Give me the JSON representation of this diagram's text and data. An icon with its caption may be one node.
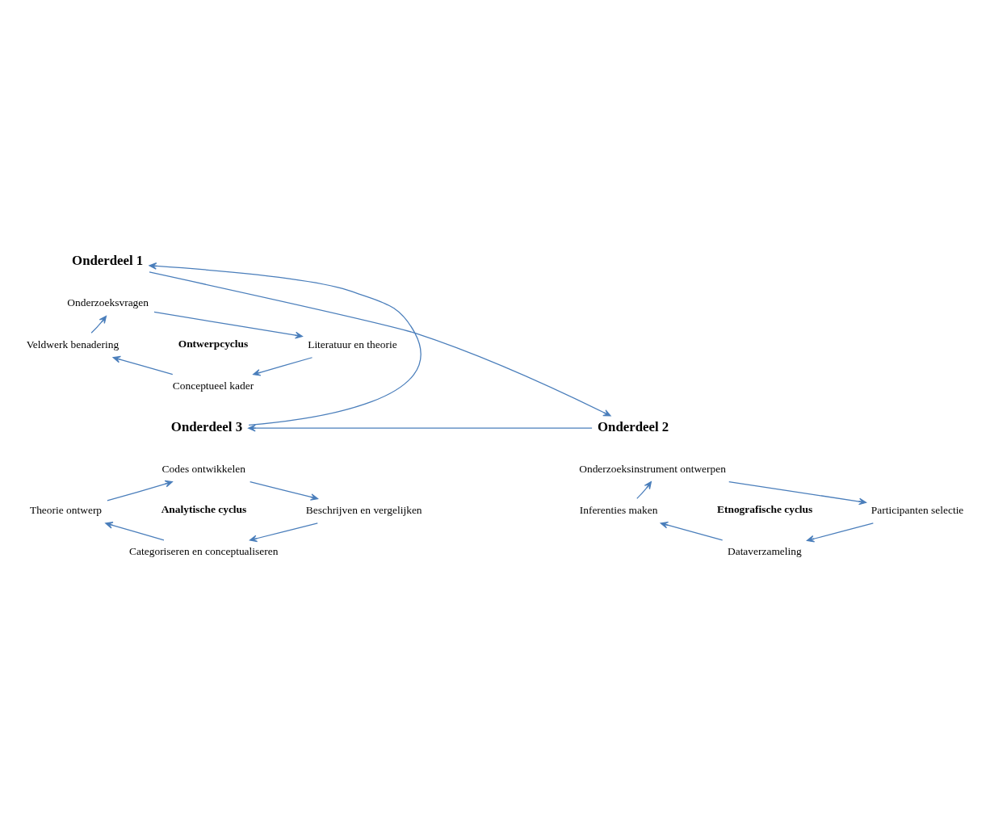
{
  "diagram": {
    "nodes": [
      {
        "text": [
          "Onderdeel 1"
        ]
      },
      {
        "text": [
          "Onderzoeksvragen"
        ]
      },
      {
        "text": [
          "Literatuur en theorie"
        ]
      },
      {
        "text": [
          "Conceptueel kader"
        ]
      },
      {
        "text": [
          "Veldwerk benadering"
        ]
      },
      {
        "text": [
          "Onderdeel 2"
        ]
      },
      {
        "text": [
          "Onderzoeksinstrument ontwerpen"
        ]
      },
      {
        "text": [
          "Participanten selectie"
        ]
      },
      {
        "text": [
          "Dataverzameling"
        ]
      },
      {
        "text": [
          "Inferenties maken"
        ]
      },
      {
        "text": [
          "Onderdeel 3"
        ]
      },
      {
        "text": [
          "Codes ontwikkelen"
        ]
      },
      {
        "text": [
          "Beschrijven en vergelijken"
        ]
      },
      {
        "text": [
          "Categoriseren en conceptualiseren"
        ]
      },
      {
        "text": [
          "Theorie ontwerp"
        ]
      }
    ],
    "edges": [
      {
        "from": 1,
        "to": 2,
        "arrow": "to"
      },
      {
        "from": 2,
        "to": 3,
        "arrow": "to"
      },
      {
        "from": 3,
        "to": 4,
        "arrow": "to"
      },
      {
        "from": 4,
        "to": 1,
        "arrow": "to"
      },
      {
        "from": 6,
        "to": 7,
        "arrow": "to"
      },
      {
        "from": 7,
        "to": 8,
        "arrow": "to"
      },
      {
        "from": 8,
        "to": 9,
        "arrow": "to"
      },
      {
        "from": 9,
        "to": 6,
        "arrow": "to"
      },
      {
        "from": 11,
        "to": 12,
        "arrow": "to"
      },
      {
        "from": 12,
        "to": 13,
        "arrow": "to"
      },
      {
        "from": 13,
        "to": 14,
        "arrow": "to"
      },
      {
        "from": 14,
        "to": 11,
        "arrow": "to"
      },
      {
        "from": 0,
        "to": 5,
        "arrow": "to"
      },
      {
        "from": 5,
        "to": 10,
        "arrow": "to"
      },
      {
        "from": 10,
        "to": 0,
        "arrow": "to"
      }
    ],
    "labels": [
      "Ontwerpcyclus",
      "Etnografische cyclus",
      "Analytische cyclus"
    ]
  }
}
